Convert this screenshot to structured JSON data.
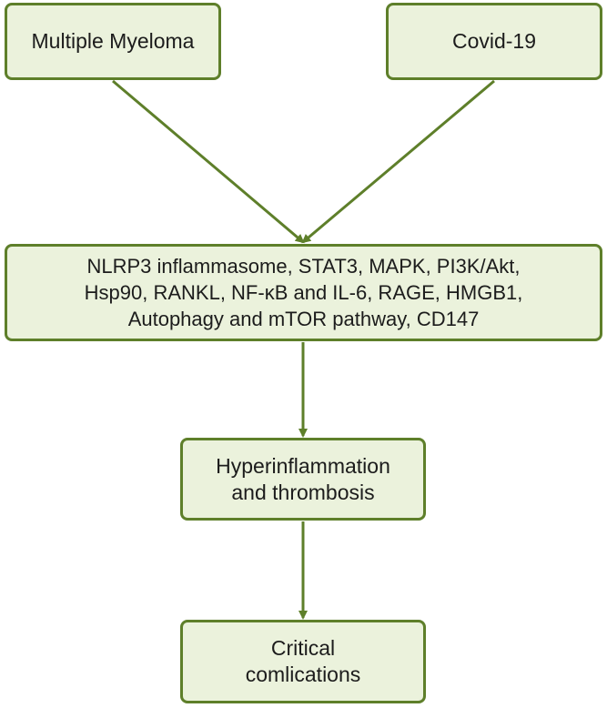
{
  "colors": {
    "box_fill": "#ebf2dc",
    "box_border": "#5e7f2a",
    "arrow": "#5e7f2a",
    "text": "#1c1c1c"
  },
  "nodes": {
    "multiple_myeloma": {
      "lines": [
        "Multiple Myeloma"
      ]
    },
    "covid": {
      "lines": [
        "Covid-19"
      ]
    },
    "pathways": {
      "lines": [
        "NLRP3 inflammasome, STAT3, MAPK, PI3K/Akt,",
        "Hsp90, RANKL, NF-κB and IL-6, RAGE, HMGB1,",
        "Autophagy and mTOR pathway, CD147"
      ]
    },
    "hyperinflammation": {
      "lines": [
        "Hyperinflammation",
        "and thrombosis"
      ]
    },
    "critical": {
      "lines": [
        "Critical",
        "comlications"
      ]
    }
  },
  "edges": [
    {
      "from": "multiple_myeloma",
      "to": "pathways"
    },
    {
      "from": "covid",
      "to": "pathways"
    },
    {
      "from": "pathways",
      "to": "hyperinflammation"
    },
    {
      "from": "hyperinflammation",
      "to": "critical"
    }
  ]
}
